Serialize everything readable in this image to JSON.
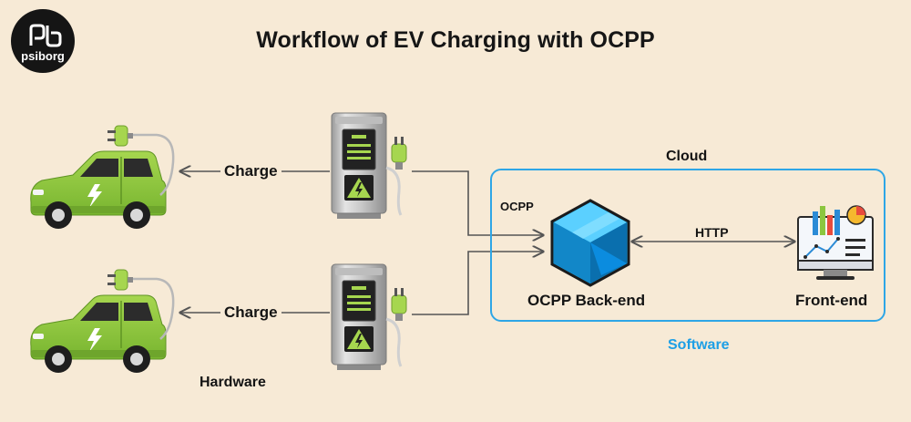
{
  "title": "Workflow of EV Charging with OCPP",
  "logo": {
    "text": "psiborg"
  },
  "labels": {
    "charge_top": "Charge",
    "charge_bottom": "Charge",
    "hardware": "Hardware",
    "cloud": "Cloud",
    "ocpp": "OCPP",
    "http": "HTTP",
    "backend": "OCPP Back-end",
    "frontend": "Front-end",
    "software": "Software"
  },
  "icons": {
    "car": "electric-car-icon",
    "charger": "charging-station-icon",
    "backend": "hexagon-cube-icon",
    "frontend": "dashboard-monitor-icon"
  },
  "colors": {
    "background": "#f7ead6",
    "car_body": "#8cc63f",
    "cloud_border": "#2ea6e6",
    "software_text": "#1d9fe6",
    "backend_blue": "#1aa0e0",
    "arrow": "#555555"
  }
}
